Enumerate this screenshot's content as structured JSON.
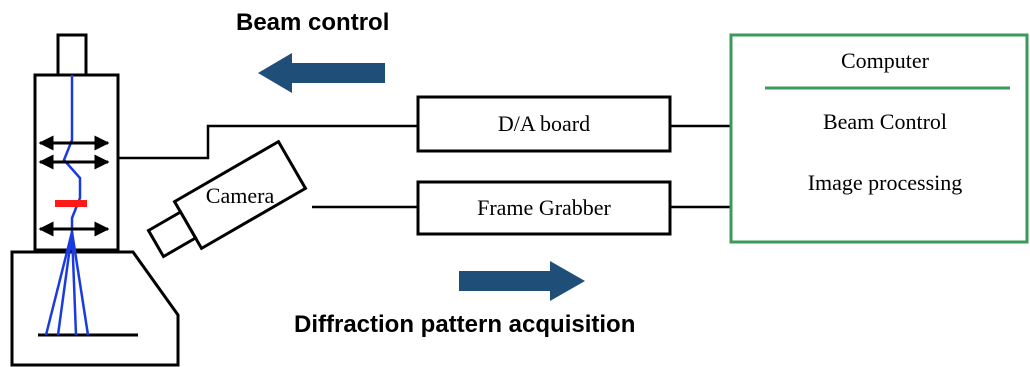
{
  "labels": {
    "beam_control_title": "Beam control",
    "diffraction_title": "Diffraction pattern acquisition",
    "da_board": "D/A board",
    "frame_grabber": "Frame Grabber",
    "camera": "Camera",
    "computer": {
      "title": "Computer",
      "line1": "Beam Control",
      "line2": "Image processing"
    }
  },
  "colors": {
    "line": "#000000",
    "computer_border": "#3a9a5a",
    "arrow": "#1f4e79",
    "beam": "#1a3be0",
    "sample": "#ff1a1a"
  }
}
